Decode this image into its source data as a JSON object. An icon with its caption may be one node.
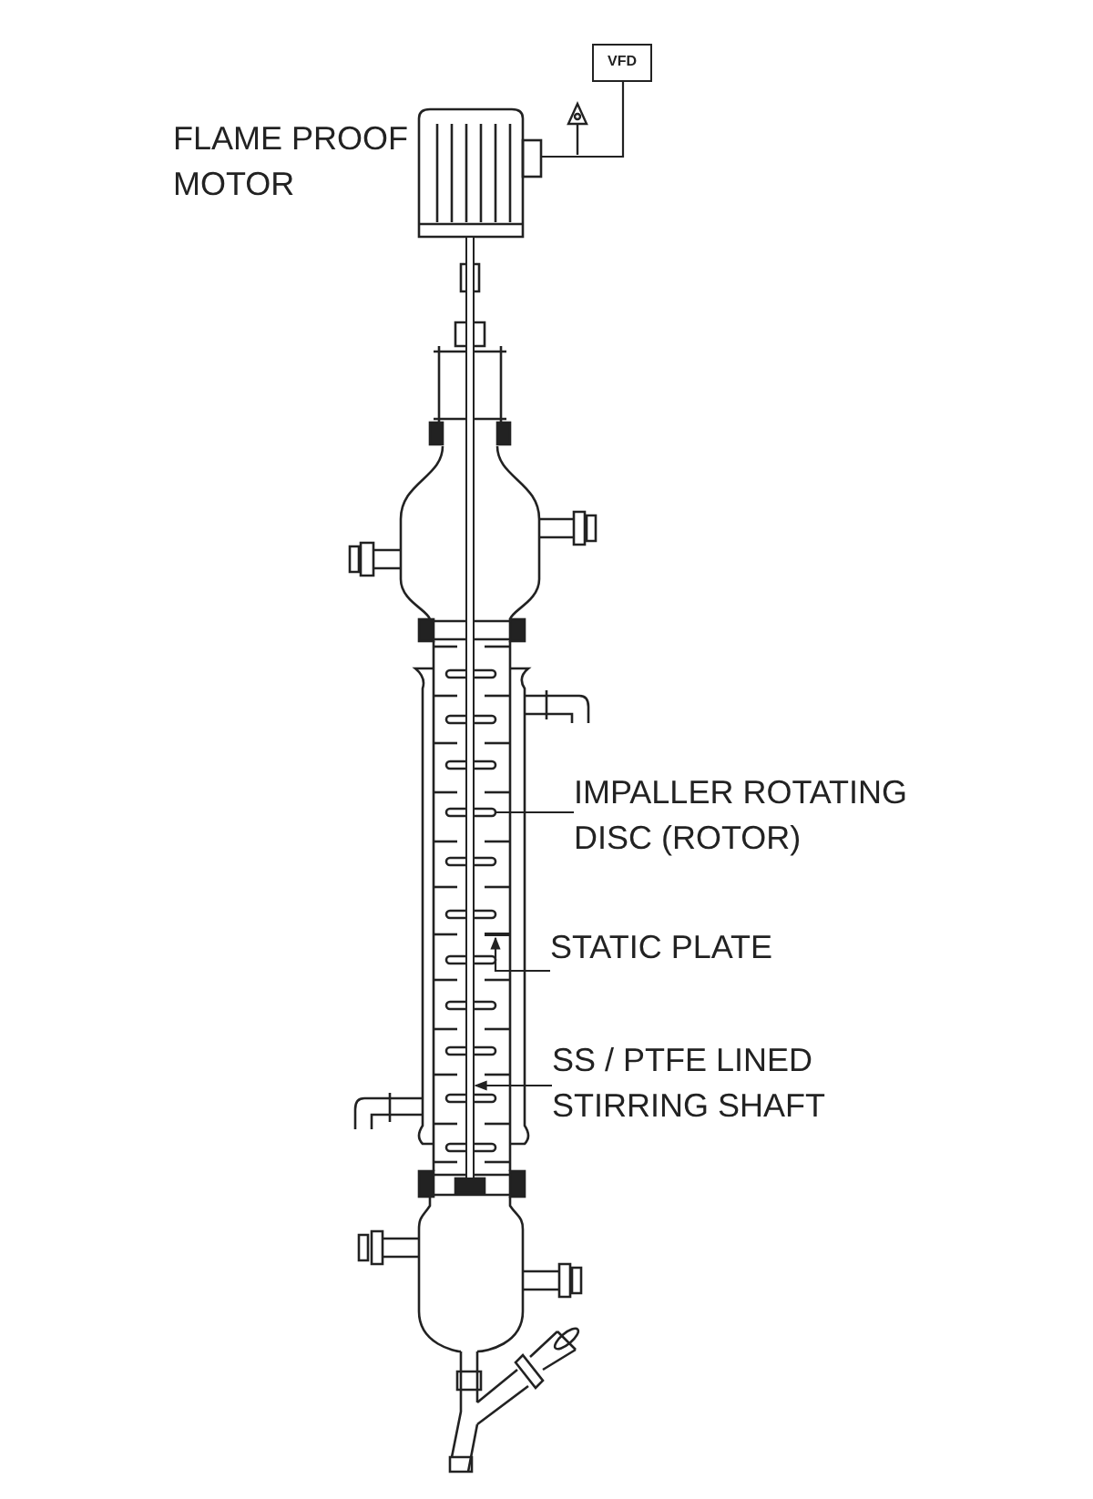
{
  "diagram": {
    "nodes": [
      {
        "text": [
          "VFD"
        ]
      },
      {
        "text": [],
        "shape": "picture",
        "beside": [
          "FLAME PROOF MOTOR"
        ]
      },
      {
        "text": [
          "IMPALLER ROTATING DISC (ROTOR)"
        ]
      },
      {
        "text": [],
        "shape": "bar"
      },
      {
        "text": [
          "STATIC PLATE"
        ]
      },
      {
        "text": [],
        "shape": "bar"
      },
      {
        "text": [
          "SS / PTFE LINED STIRRING SHAFT"
        ]
      },
      {
        "text": [],
        "shape": "bar"
      }
    ],
    "edges": [
      {
        "from": 0,
        "to": 1,
        "arrow": "none"
      },
      {
        "from": 2,
        "to": 3,
        "arrow": "none"
      },
      {
        "from": 4,
        "to": 5,
        "arrow": "to"
      },
      {
        "from": 6,
        "to": 7,
        "arrow": "to"
      }
    ]
  }
}
